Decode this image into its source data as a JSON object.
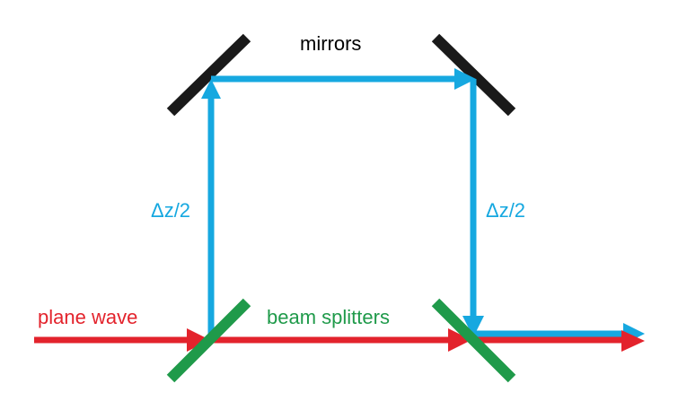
{
  "labels": {
    "mirrors": "mirrors",
    "delta_left": "Δz/2",
    "delta_right": "Δz/2",
    "plane_wave": "plane wave",
    "beam_splitters": "beam splitters"
  },
  "colors": {
    "mirror": "#1a1a1a",
    "splitter": "#1f9a4a",
    "input_beam": "#e3232c",
    "delay_beam": "#16a8e0",
    "mirrors_text": "#000000",
    "delta_text": "#16a8e0",
    "plane_wave_text": "#e3232c",
    "beam_splitters_text": "#1f9a4a"
  }
}
